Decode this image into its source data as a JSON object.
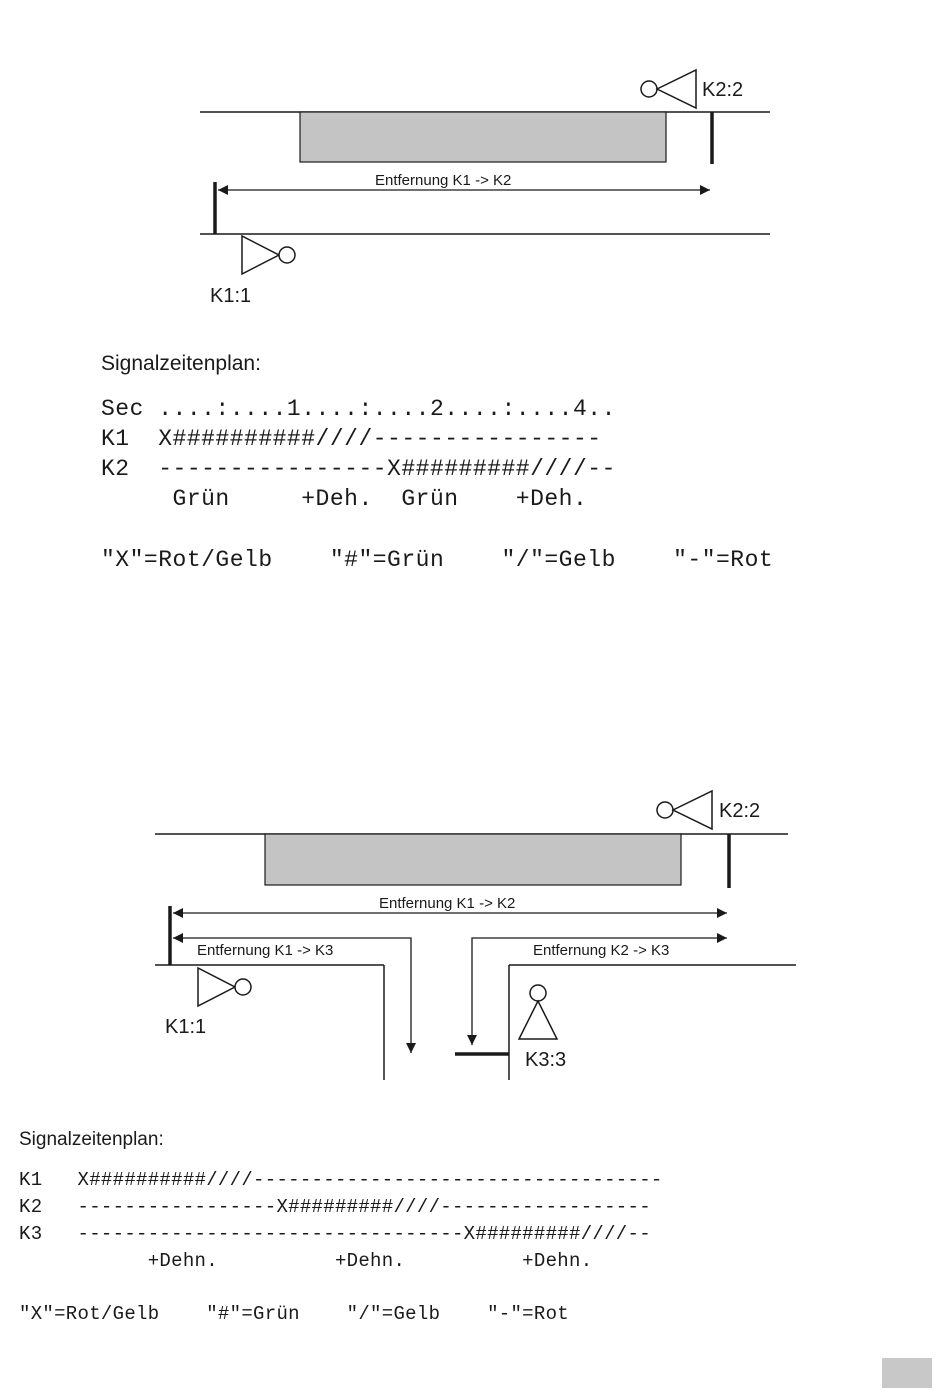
{
  "diagram1": {
    "label_k2": "K2:2",
    "label_k1": "K1:1",
    "label_dist_k1_k2": "Entfernung K1 -> K2",
    "heading": "Signalzeitenplan:",
    "schedule_lines": [
      "Sec ....:....1....:....2....:....4..",
      "K1  X##########////----------------",
      "K2  ----------------X#########////--",
      "     Grün     +Deh.  Grün    +Deh."
    ],
    "legend": "\"X\"=Rot/Gelb    \"#\"=Grün    \"/\"=Gelb    \"-\"=Rot"
  },
  "diagram2": {
    "label_k2": "K2:2",
    "label_k1": "K1:1",
    "label_k3": "K3:3",
    "label_dist_k1_k2": "Entfernung K1 -> K2",
    "label_dist_k1_k3": "Entfernung K1 -> K3",
    "label_dist_k2_k3": "Entfernung K2 -> K3",
    "heading": "Signalzeitenplan:",
    "schedule_lines": [
      "K1   X##########////-----------------------------------",
      "K2   -----------------X#########////------------------",
      "K3   ---------------------------------X#########////--",
      "           +Dehn.          +Dehn.          +Dehn."
    ],
    "legend": "\"X\"=Rot/Gelb    \"#\"=Grün    \"/\"=Gelb    \"-\"=Rot"
  },
  "colors": {
    "line": "#1a1a1a",
    "obstacle_fill": "#c4c4c4",
    "page_tab": "#c8c8c8"
  }
}
